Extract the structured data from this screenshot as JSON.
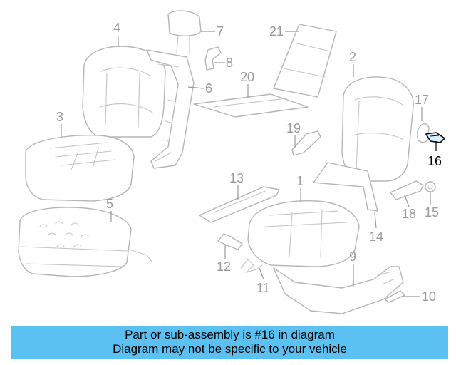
{
  "diagram": {
    "callouts": [
      {
        "id": "1",
        "label": "1"
      },
      {
        "id": "2",
        "label": "2"
      },
      {
        "id": "3",
        "label": "3"
      },
      {
        "id": "4",
        "label": "4"
      },
      {
        "id": "5",
        "label": "5"
      },
      {
        "id": "6",
        "label": "6"
      },
      {
        "id": "7",
        "label": "7"
      },
      {
        "id": "8",
        "label": "8"
      },
      {
        "id": "9",
        "label": "9"
      },
      {
        "id": "10",
        "label": "10"
      },
      {
        "id": "11",
        "label": "11"
      },
      {
        "id": "12",
        "label": "12"
      },
      {
        "id": "13",
        "label": "13"
      },
      {
        "id": "14",
        "label": "14"
      },
      {
        "id": "15",
        "label": "15"
      },
      {
        "id": "16",
        "label": "16",
        "highlighted": true
      },
      {
        "id": "17",
        "label": "17"
      },
      {
        "id": "18",
        "label": "18"
      },
      {
        "id": "19",
        "label": "19"
      },
      {
        "id": "20",
        "label": "20"
      },
      {
        "id": "21",
        "label": "21"
      }
    ],
    "highlight_color": "#000000",
    "line_color": "#9a9a9a"
  },
  "banner": {
    "line1": "Part or sub-assembly is #16 in diagram",
    "line2": "Diagram may not be specific to your vehicle",
    "background": "#5bc0f2"
  }
}
